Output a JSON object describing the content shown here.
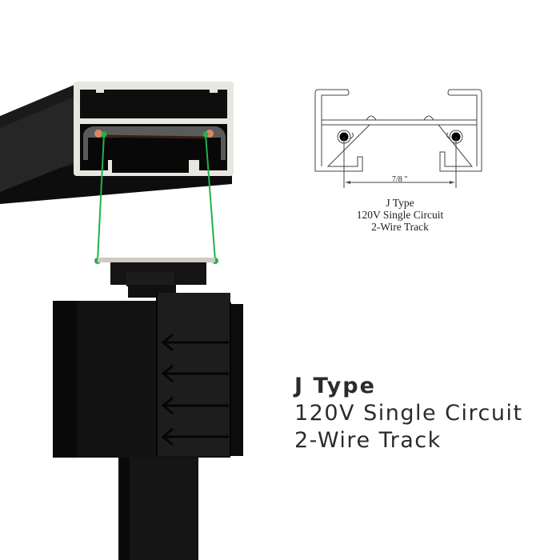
{
  "product": {
    "heading": "J Type",
    "line1": "120V Single Circuit",
    "line2": "2-Wire Track"
  },
  "diagram": {
    "dimension_label": "7/8 \"",
    "caption_line1": "J Type",
    "caption_line2": "120V Single Circuit",
    "caption_line3": "2-Wire Track"
  },
  "colors": {
    "background": "#ffffff",
    "product_black": "#111111",
    "aluminum": "#e8e6e1",
    "copper_contact": "#d9875e",
    "connector_line": "#22b14c",
    "text": "#2b2b2b"
  }
}
